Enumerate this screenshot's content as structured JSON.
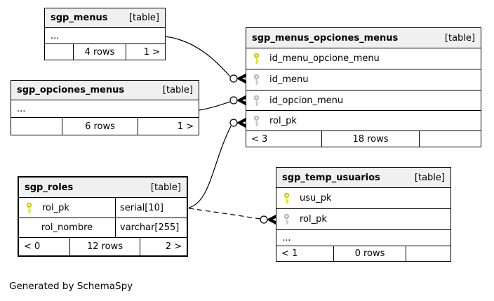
{
  "note": "Generated by SchemaSpy",
  "colors": {
    "header_bg": "#f0f0f0",
    "border": "#000000",
    "primary_key": "#e2e214",
    "primary_key_outline": "#b9b900",
    "foreign_key": "#c8c8c8",
    "foreign_key_outline": "#a8a8a8"
  },
  "tables": {
    "sgp_menus": {
      "name": "sgp_menus",
      "tag": "[table]",
      "ellipsis": "...",
      "footer": {
        "left": "",
        "center": "4 rows",
        "right": "1 >"
      }
    },
    "sgp_opciones_menus": {
      "name": "sgp_opciones_menus",
      "tag": "[table]",
      "ellipsis": "...",
      "footer": {
        "left": "",
        "center": "6 rows",
        "right": "1 >"
      }
    },
    "sgp_menus_opciones_menus": {
      "name": "sgp_menus_opciones_menus",
      "tag": "[table]",
      "fields": [
        {
          "name": "id_menu_opcione_menu",
          "key": "primary"
        },
        {
          "name": "id_menu",
          "key": "foreign"
        },
        {
          "name": "id_opcion_menu",
          "key": "foreign"
        },
        {
          "name": "rol_pk",
          "key": "foreign"
        }
      ],
      "footer": {
        "left": "< 3",
        "center": "18 rows",
        "right": ""
      }
    },
    "sgp_roles": {
      "name": "sgp_roles",
      "tag": "[table]",
      "fields": [
        {
          "name": "rol_pk",
          "type": "serial[10]",
          "key": "primary"
        },
        {
          "name": "rol_nombre",
          "type": "varchar[255]",
          "key": "none"
        }
      ],
      "footer": {
        "left": "< 0",
        "center": "12 rows",
        "right": "2 >"
      }
    },
    "sgp_temp_usuarios": {
      "name": "sgp_temp_usuarios",
      "tag": "[table]",
      "fields": [
        {
          "name": "usu_pk",
          "key": "primary"
        },
        {
          "name": "rol_pk",
          "key": "foreign"
        }
      ],
      "ellipsis": "...",
      "footer": {
        "left": "< 1",
        "center": "0 rows",
        "right": ""
      }
    }
  },
  "relationships": [
    {
      "from": "sgp_menus",
      "to": "sgp_menus_opciones_menus.id_menu",
      "style": "solid"
    },
    {
      "from": "sgp_opciones_menus",
      "to": "sgp_menus_opciones_menus.id_opcion_menu",
      "style": "solid"
    },
    {
      "from": "sgp_roles.rol_pk",
      "to": "sgp_menus_opciones_menus.rol_pk",
      "style": "solid"
    },
    {
      "from": "sgp_roles.rol_pk",
      "to": "sgp_temp_usuarios.rol_pk",
      "style": "dashed"
    }
  ]
}
